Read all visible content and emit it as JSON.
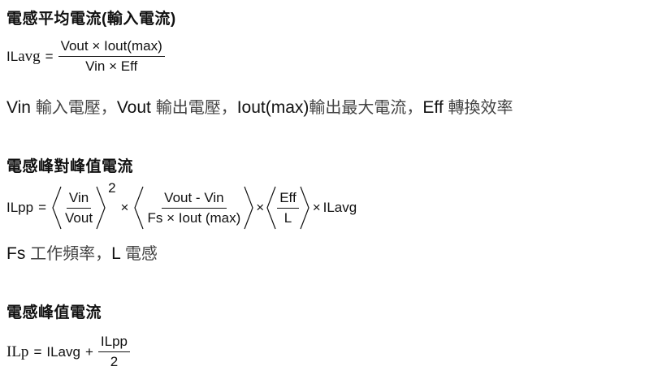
{
  "sections": [
    {
      "heading": "電感平均電流(輸入電流)",
      "formula": {
        "lhs_main": "IL",
        "lhs_sub": "avg",
        "equals": "=",
        "numerator": "Vout × Iout(max)",
        "denominator": "Vin × Eff"
      },
      "description": {
        "parts": [
          {
            "latin": "Vin ",
            "zh": "輸入電壓，"
          },
          {
            "latin": "Vout ",
            "zh": "輸出電壓，"
          },
          {
            "latin": "Iout(max)",
            "zh": "輸出最大電流，"
          },
          {
            "latin": "Eff ",
            "zh": "轉換效率"
          }
        ]
      }
    },
    {
      "heading": "電感峰對峰值電流",
      "formula": {
        "lhs": "ILpp",
        "equals": "=",
        "term1_num": "Vin",
        "term1_den": "Vout",
        "term1_exp": "2",
        "times": "×",
        "term2_num": "Vout - Vin",
        "term2_den": "Fs × Iout (max)",
        "term3_num": "Eff",
        "term3_den": "L",
        "tail": "ILavg"
      },
      "description": {
        "parts": [
          {
            "latin": "Fs ",
            "zh": "工作頻率，"
          },
          {
            "latin": "L ",
            "zh": "電感"
          }
        ]
      }
    },
    {
      "heading": "電感峰值電流",
      "formula": {
        "lhs": "ILp",
        "equals": "=",
        "term1": "ILavg",
        "plus": "+",
        "numerator": "ILpp",
        "denominator": "2"
      }
    }
  ]
}
